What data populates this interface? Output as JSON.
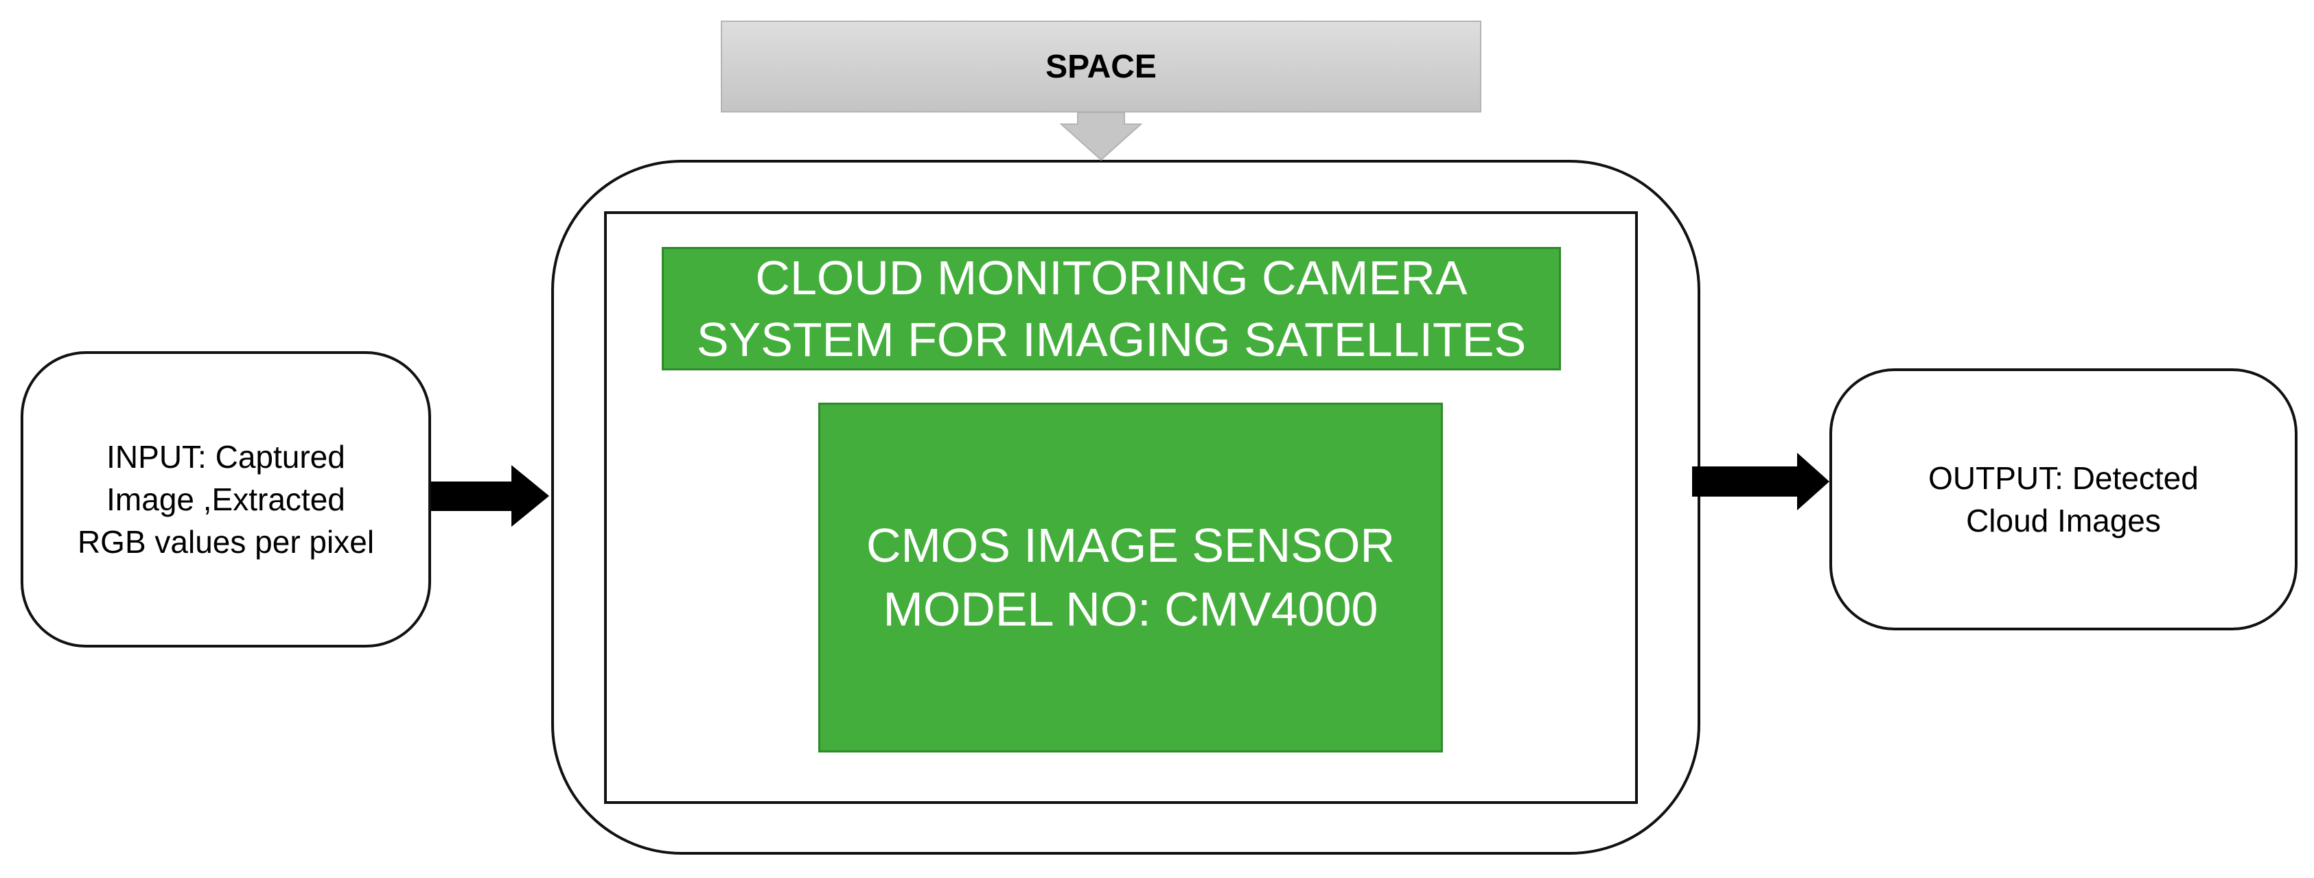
{
  "space": {
    "label": "SPACE"
  },
  "system": {
    "title": "CLOUD MONITORING CAMERA\nSYSTEM FOR IMAGING SATELLITES",
    "sensor": "CMOS IMAGE SENSOR\nMODEL NO: CMV4000"
  },
  "input": {
    "text": "INPUT: Captured\nImage ,Extracted\nRGB values per pixel"
  },
  "output": {
    "text": "OUTPUT: Detected\nCloud Images"
  },
  "colors": {
    "green_fill": "#44ae3c",
    "green_border": "#2f8a2a",
    "space_fill": "#d0d0d0",
    "arrow": "#000000"
  }
}
